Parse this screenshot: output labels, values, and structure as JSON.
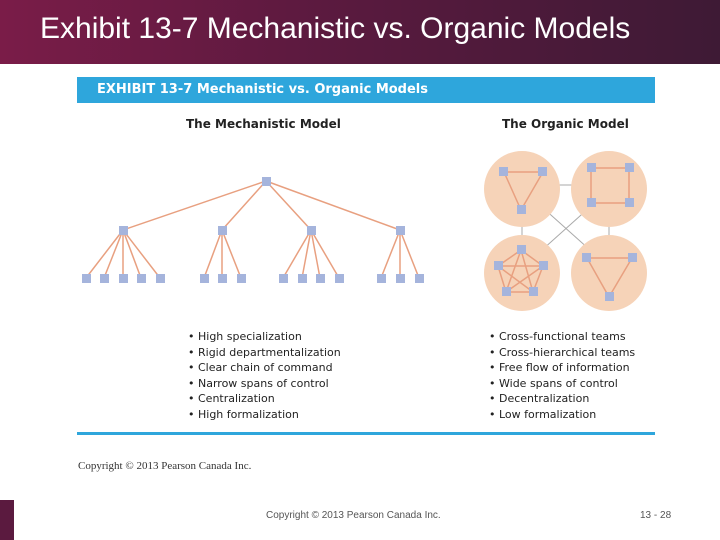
{
  "slide": {
    "title": "Exhibit 13-7 Mechanistic vs. Organic Models",
    "footer_copyright": "Copyright © 2013 Pearson Canada Inc.",
    "page_number": "13 - 28"
  },
  "exhibit": {
    "title": "EXHIBIT 13-7  Mechanistic vs. Organic Models",
    "copyright": "Copyright © 2013 Pearson Canada Inc.",
    "mechanistic": {
      "heading": "The Mechanistic Model",
      "bullets": [
        "High specialization",
        "Rigid departmentalization",
        "Clear chain of command",
        "Narrow spans of control",
        "Centralization",
        "High formalization"
      ]
    },
    "organic": {
      "heading": "The Organic Model",
      "bullets": [
        "Cross-functional teams",
        "Cross-hierarchical teams",
        "Free flow of information",
        "Wide spans of control",
        "Decentralization",
        "Low formalization"
      ]
    }
  },
  "colors": {
    "header_bg": "#5b1a3f",
    "accent_blue": "#2ea6dc",
    "node_blue": "#a5b4dc",
    "line_orange": "#e8a080",
    "circle_fill": "#f6d3b8"
  }
}
